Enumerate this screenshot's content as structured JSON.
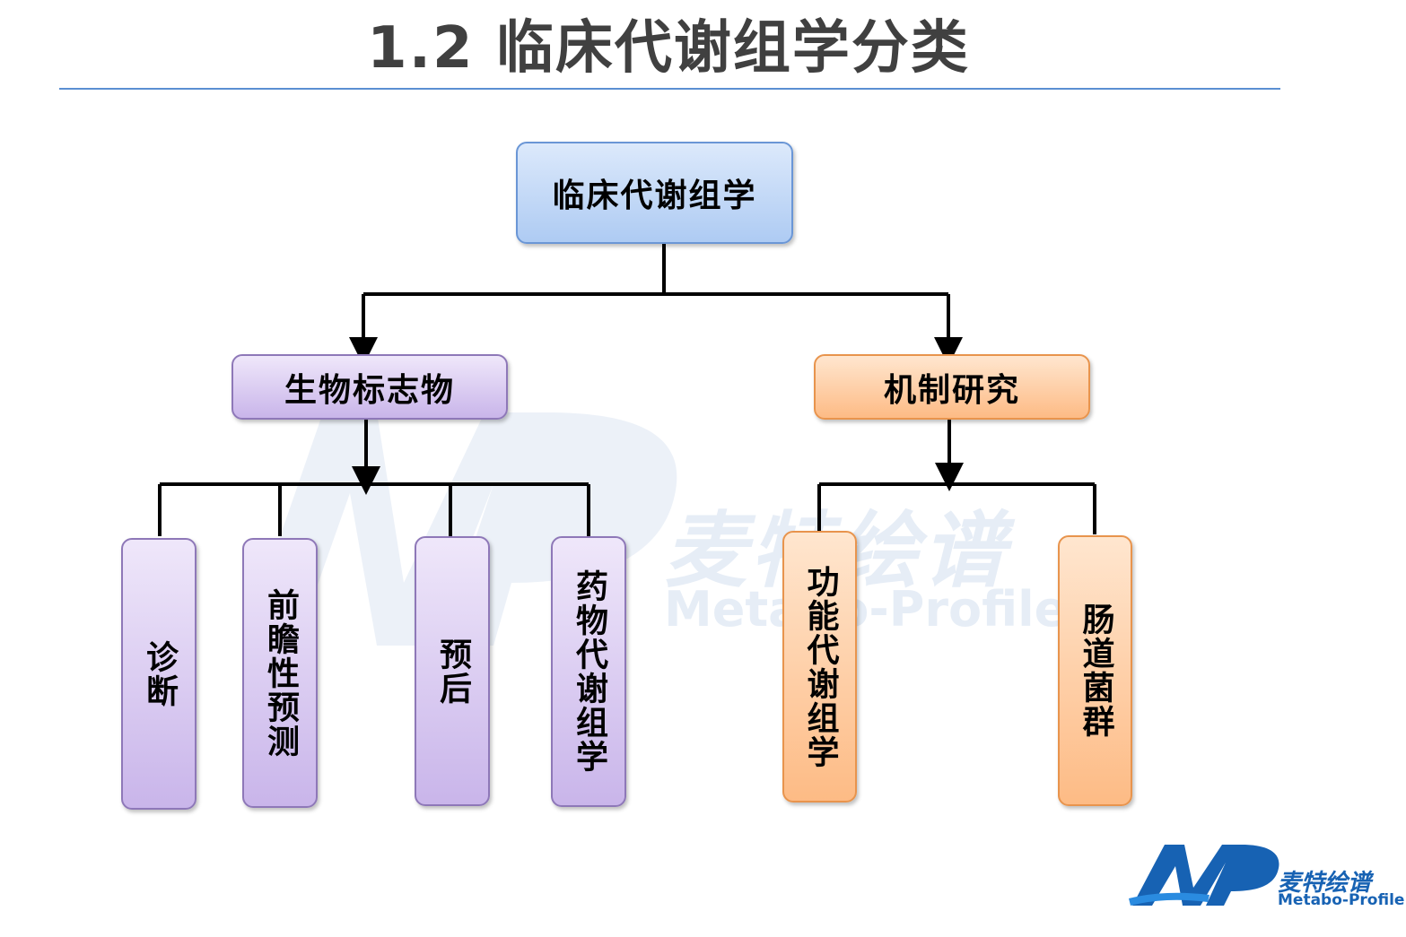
{
  "slide": {
    "title": "1.2  临床代谢组学分类"
  },
  "watermark": {
    "brand_cn": "麦特绘谱",
    "brand_en": "Metabo-Profile"
  },
  "logo": {
    "brand_cn": "麦特绘谱",
    "brand_en": "Metabo-Profile"
  },
  "colors": {
    "title_rule": "#5b8fd2",
    "root_fill": "#aecbf3",
    "biomarker_fill": "#c9b5ea",
    "mechanism_fill": "#fdbb85",
    "brand_blue": "#1762b3"
  },
  "tree": {
    "root": {
      "label": "临床代谢组学"
    },
    "biomarker": {
      "label": "生物标志物",
      "children": [
        {
          "label": "诊断"
        },
        {
          "label": "前瞻性预测"
        },
        {
          "label": "预后"
        },
        {
          "label": "药物代谢组学"
        }
      ]
    },
    "mechanism": {
      "label": "机制研究",
      "children": [
        {
          "label": "功能代谢组学"
        },
        {
          "label": "肠道菌群"
        }
      ]
    }
  }
}
